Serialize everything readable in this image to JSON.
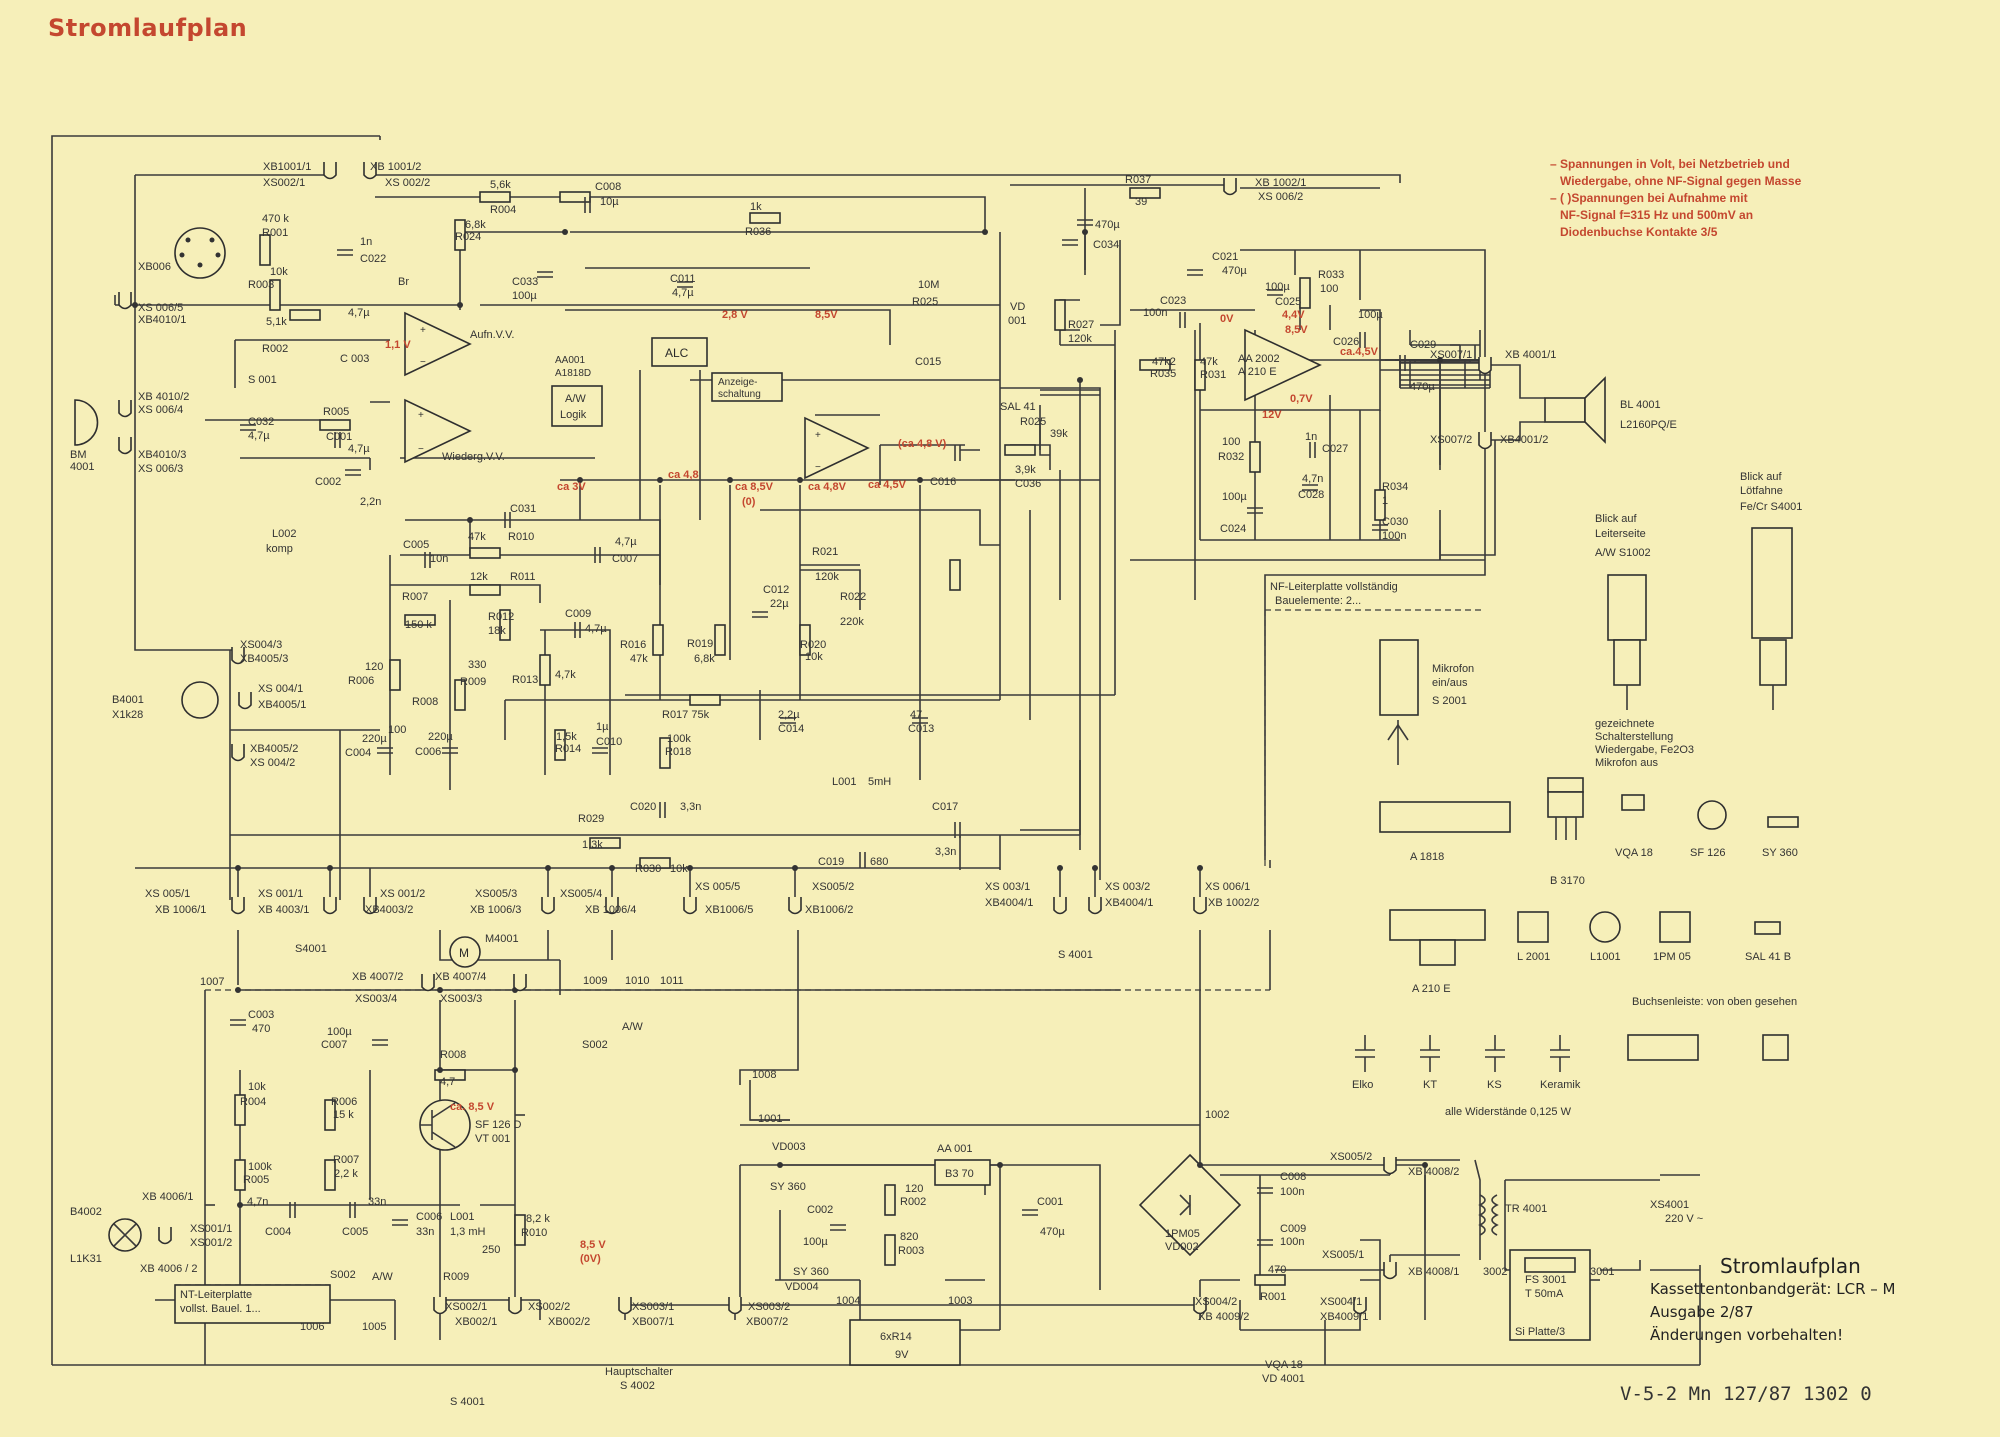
{
  "title": "Stromlaufplan",
  "notes": [
    "– Spannungen in Volt, bei Netzbetrieb und",
    "Wiedergabe, ohne NF-Signal gegen Masse",
    "– ( )Spannungen bei Aufnahme mit",
    "NF-Signal f=315 Hz und 500mV an",
    "Diodenbuchse Kontakte 3/5"
  ],
  "footer": {
    "line1": "Stromlaufplan",
    "line2": "Kassettentonbandgerät: LCR – M",
    "line3": "Ausgabe 2/87",
    "line4": "Änderungen vorbehalten!"
  },
  "doc_number": "V-5-2 Mn 127/87 1302 0",
  "blocks": {
    "aufn": "Aufn.V.V.",
    "wiederg": "Wiederg.V.V.",
    "alc": "ALC",
    "anzeige1": "Anzeige-",
    "anzeige2": "schaltung",
    "aa001": "AA001",
    "a1818": "A1818D",
    "aw": "A/W",
    "logik": "Logik",
    "aa2002": "AA 2002",
    "a210": "A 210 E",
    "aa001b": "AA 001",
    "b370": "B3 70",
    "pm05": "1PM05",
    "vd002": "VD002",
    "tr4001": "TR 4001",
    "fs3001": "FS 3001",
    "t50": "T 50mA",
    "siplatte": "Si Platte/3",
    "bl4001": "BL 4001",
    "l2160": "L2160PQ/E",
    "bm4001a": "BM",
    "bm4001b": "4001",
    "b4001": "B4001",
    "x1k28": "X1k28",
    "b4002": "B4002",
    "l1k31": "L1K31",
    "m4001": "M4001",
    "vt001a": "SF 126 D",
    "vt001b": "VT 001",
    "hauptschalter1": "Hauptschalter",
    "hauptschalter2": "S 4002",
    "nf_leiter1": "NF-Leiterplatte vollständig",
    "nf_leiter2": "Bauelemente: 2...",
    "nt_leiter1": "NT-Leiterplatte",
    "nt_leiter2": "vollst. Bauel. 1...",
    "mikrofon1": "Mikrofon",
    "mikrofon2": "ein/aus",
    "mikrofon3": "S 2001",
    "blick_leiter1": "Blick auf",
    "blick_leiter2": "Leiterseite",
    "blick_leiter3": "A/W S1002",
    "blick_loet1": "Blick auf",
    "blick_loet2": "Lötfahne",
    "blick_loet3": "Fe/Cr S4001",
    "gez1": "gezeichnete",
    "gez2": "Schalterstellung",
    "gez3": "Wiedergabe, Fe2O3",
    "gez4": "Mikrofon aus",
    "a1818_pkg": "A 1818",
    "b3170": "B 3170",
    "vqa18": "VQA 18",
    "sf126": "SF 126",
    "sy360": "SY 360",
    "a210e_pkg": "A 210 E",
    "l2001": "L 2001",
    "l1001": "L1001",
    "pm05b": "1PM 05",
    "sal41b": "SAL 41 B",
    "buchsen": "Buchsenleiste: von oben gesehen",
    "elko": "Elko",
    "kt": "KT",
    "ks": "KS",
    "keramik": "Keramik",
    "widerst": "alle Widerstände 0,125 W",
    "xs4001": "XS4001",
    "v220": "220 V ~",
    "batt": "6xR14",
    "batt_v": "9V"
  },
  "components": [
    {
      "id": "r004a",
      "t": "5,6k"
    },
    {
      "id": "r004b",
      "t": "R004"
    },
    {
      "id": "r024",
      "t": "R024"
    },
    {
      "id": "r024v",
      "t": "6,8k"
    },
    {
      "id": "c008",
      "t": "C008"
    },
    {
      "id": "c008v",
      "t": "10µ"
    },
    {
      "id": "r036v",
      "t": "1k"
    },
    {
      "id": "r036",
      "t": "R036"
    },
    {
      "id": "r037",
      "t": "R037"
    },
    {
      "id": "r037v",
      "t": "39"
    },
    {
      "id": "c034v",
      "t": "470µ"
    },
    {
      "id": "c034",
      "t": "C034"
    },
    {
      "id": "r001v",
      "t": "470 k"
    },
    {
      "id": "r001",
      "t": "R001"
    },
    {
      "id": "r003v",
      "t": "10k"
    },
    {
      "id": "r003",
      "t": "R003"
    },
    {
      "id": "c022v",
      "t": "1n"
    },
    {
      "id": "c022",
      "t": "C022"
    },
    {
      "id": "br",
      "t": "Br"
    },
    {
      "id": "c033",
      "t": "C033"
    },
    {
      "id": "c033v",
      "t": "100µ"
    },
    {
      "id": "c011",
      "t": "C011"
    },
    {
      "id": "c011v",
      "t": "4,7µ"
    },
    {
      "id": "r025v",
      "t": "10M"
    },
    {
      "id": "r025",
      "t": "R025"
    },
    {
      "id": "c015",
      "t": "C015"
    },
    {
      "id": "vd001",
      "t": "VD"
    },
    {
      "id": "vd001b",
      "t": "001"
    },
    {
      "id": "r027",
      "t": "R027"
    },
    {
      "id": "r027v",
      "t": "120k"
    },
    {
      "id": "sal41",
      "t": "SAL 41"
    },
    {
      "id": "r025b",
      "t": "R025"
    },
    {
      "id": "r025bv",
      "t": "39k"
    },
    {
      "id": "r002v",
      "t": "5,1k"
    },
    {
      "id": "r002",
      "t": "R002"
    },
    {
      "id": "c003v",
      "t": "4,7µ"
    },
    {
      "id": "c003",
      "t": "C 003"
    },
    {
      "id": "s001",
      "t": "S 001"
    },
    {
      "id": "c032",
      "t": "C032"
    },
    {
      "id": "c032v",
      "t": "4,7µ"
    },
    {
      "id": "r005",
      "t": "R005"
    },
    {
      "id": "c001",
      "t": "C001"
    },
    {
      "id": "c001v",
      "t": "4,7µ"
    },
    {
      "id": "c002",
      "t": "C002"
    },
    {
      "id": "c002v",
      "t": "2,2n"
    },
    {
      "id": "l002",
      "t": "L002"
    },
    {
      "id": "l002b",
      "t": "komp"
    },
    {
      "id": "c031",
      "t": "C031"
    },
    {
      "id": "r010v",
      "t": "47k"
    },
    {
      "id": "r010",
      "t": "R010"
    },
    {
      "id": "c005",
      "t": "C005"
    },
    {
      "id": "c005v",
      "t": "10n"
    },
    {
      "id": "c007v",
      "t": "4,7µ"
    },
    {
      "id": "c007",
      "t": "C007"
    },
    {
      "id": "r011v",
      "t": "12k"
    },
    {
      "id": "r011",
      "t": "R011"
    },
    {
      "id": "r007",
      "t": "R007"
    },
    {
      "id": "r007v",
      "t": "150 k"
    },
    {
      "id": "r012",
      "t": "R012"
    },
    {
      "id": "r012v",
      "t": "18k"
    },
    {
      "id": "c009",
      "t": "C009"
    },
    {
      "id": "c009v",
      "t": "4,7µ"
    },
    {
      "id": "r006v",
      "t": "120"
    },
    {
      "id": "r006",
      "t": "R006"
    },
    {
      "id": "r009v",
      "t": "330"
    },
    {
      "id": "r009",
      "t": "R009"
    },
    {
      "id": "r013",
      "t": "R013"
    },
    {
      "id": "r013v",
      "t": "4,7k"
    },
    {
      "id": "r016v",
      "t": "R016"
    },
    {
      "id": "r016",
      "t": "47k"
    },
    {
      "id": "r019",
      "t": "R019"
    },
    {
      "id": "r019v",
      "t": "6,8k"
    },
    {
      "id": "c012",
      "t": "C012"
    },
    {
      "id": "c012v",
      "t": "22µ"
    },
    {
      "id": "r021",
      "t": "R021"
    },
    {
      "id": "r021v",
      "t": "120k"
    },
    {
      "id": "r022",
      "t": "R022"
    },
    {
      "id": "r022v",
      "t": "220k"
    },
    {
      "id": "r020",
      "t": "R020"
    },
    {
      "id": "r020v",
      "t": "10k"
    },
    {
      "id": "r008",
      "t": "R008"
    },
    {
      "id": "r008v",
      "t": "100"
    },
    {
      "id": "c004v",
      "t": "220µ"
    },
    {
      "id": "c004",
      "t": "C004"
    },
    {
      "id": "c006v",
      "t": "220µ"
    },
    {
      "id": "c006",
      "t": "C006"
    },
    {
      "id": "r014v",
      "t": "1,5k"
    },
    {
      "id": "r014",
      "t": "R014"
    },
    {
      "id": "c010v",
      "t": "1µ"
    },
    {
      "id": "c010",
      "t": "C010"
    },
    {
      "id": "r017",
      "t": "R017 75k"
    },
    {
      "id": "r018v",
      "t": "100k"
    },
    {
      "id": "r018",
      "t": "R018"
    },
    {
      "id": "c014v",
      "t": "2,2µ"
    },
    {
      "id": "c014",
      "t": "C014"
    },
    {
      "id": "c013v",
      "t": "47"
    },
    {
      "id": "c013",
      "t": "C013"
    },
    {
      "id": "r029",
      "t": "R029"
    },
    {
      "id": "r029v",
      "t": "1,3k"
    },
    {
      "id": "c020",
      "t": "C020"
    },
    {
      "id": "c020v",
      "t": "3,3n"
    },
    {
      "id": "r030",
      "t": "R030"
    },
    {
      "id": "r030v",
      "t": "10k"
    },
    {
      "id": "l001",
      "t": "L001"
    },
    {
      "id": "l001v",
      "t": "5mH"
    },
    {
      "id": "c019",
      "t": "C019"
    },
    {
      "id": "c019v",
      "t": "680"
    },
    {
      "id": "c017",
      "t": "C017"
    },
    {
      "id": "c017v",
      "t": "3,3n"
    },
    {
      "id": "r028v",
      "t": "3,9k"
    },
    {
      "id": "c036",
      "t": "C036"
    },
    {
      "id": "c016",
      "t": "C016"
    },
    {
      "id": "c021",
      "t": "C021"
    },
    {
      "id": "c021v",
      "t": "470µ"
    },
    {
      "id": "c023",
      "t": "C023"
    },
    {
      "id": "c023v",
      "t": "100n"
    },
    {
      "id": "r035v",
      "t": "47k2"
    },
    {
      "id": "r035",
      "t": "R035"
    },
    {
      "id": "r031v",
      "t": "47k"
    },
    {
      "id": "r031",
      "t": "R031"
    },
    {
      "id": "c025",
      "t": "C025"
    },
    {
      "id": "c025v",
      "t": "100µ"
    },
    {
      "id": "r033",
      "t": "R033"
    },
    {
      "id": "r033v",
      "t": "100"
    },
    {
      "id": "c026v",
      "t": "100µ"
    },
    {
      "id": "c026",
      "t": "C026"
    },
    {
      "id": "c029",
      "t": "C029"
    },
    {
      "id": "c029v",
      "t": "470µ"
    },
    {
      "id": "r032v",
      "t": "100"
    },
    {
      "id": "r032",
      "t": "R032"
    },
    {
      "id": "c027v",
      "t": "1n"
    },
    {
      "id": "c027",
      "t": "C027"
    },
    {
      "id": "c028v",
      "t": "4,7n"
    },
    {
      "id": "c028",
      "t": "C028"
    },
    {
      "id": "c024v",
      "t": "100µ"
    },
    {
      "id": "c024",
      "t": "C024"
    },
    {
      "id": "r034",
      "t": "R034"
    },
    {
      "id": "r034v",
      "t": "1"
    },
    {
      "id": "c030",
      "t": "C030"
    },
    {
      "id": "c030v",
      "t": "100n"
    },
    {
      "id": "c003b",
      "t": "C003"
    },
    {
      "id": "c003bv",
      "t": "470"
    },
    {
      "id": "r004c",
      "t": "10k"
    },
    {
      "id": "r004d",
      "t": "R004"
    },
    {
      "id": "r005bv",
      "t": "100k"
    },
    {
      "id": "r005b",
      "t": "R005"
    },
    {
      "id": "c004b",
      "t": "4,7n"
    },
    {
      "id": "c004bl",
      "t": "C004"
    },
    {
      "id": "c007b",
      "t": "100µ"
    },
    {
      "id": "c007bl",
      "t": "C007"
    },
    {
      "id": "r008b",
      "t": "R008"
    },
    {
      "id": "r008bv",
      "t": "4,7"
    },
    {
      "id": "r006b",
      "t": "R006"
    },
    {
      "id": "r006bv",
      "t": "15 k"
    },
    {
      "id": "r007b",
      "t": "R007"
    },
    {
      "id": "r007bv",
      "t": "2,2 k"
    },
    {
      "id": "c005b",
      "t": "33n"
    },
    {
      "id": "c005bl",
      "t": "C005"
    },
    {
      "id": "c006b",
      "t": "C006"
    },
    {
      "id": "c006bv",
      "t": "33n"
    },
    {
      "id": "l001b",
      "t": "L001"
    },
    {
      "id": "l001bv",
      "t": "1,3 mH"
    },
    {
      "id": "r009bv",
      "t": "250"
    },
    {
      "id": "r009b",
      "t": "R009"
    },
    {
      "id": "r010bv",
      "t": "8,2 k"
    },
    {
      "id": "r010b",
      "t": "R010"
    },
    {
      "id": "vd003",
      "t": "VD003"
    },
    {
      "id": "sy360a",
      "t": "SY 360"
    },
    {
      "id": "c002b",
      "t": "C002"
    },
    {
      "id": "c002bv",
      "t": "100µ"
    },
    {
      "id": "sy360b",
      "t": "SY 360"
    },
    {
      "id": "vd004",
      "t": "VD004"
    },
    {
      "id": "r002bv",
      "t": "120"
    },
    {
      "id": "r002b",
      "t": "R002"
    },
    {
      "id": "r003bv",
      "t": "820"
    },
    {
      "id": "r003b",
      "t": "R003"
    },
    {
      "id": "c001b",
      "t": "C001"
    },
    {
      "id": "c001bv",
      "t": "470µ"
    },
    {
      "id": "c008b",
      "t": "C008"
    },
    {
      "id": "c008bv",
      "t": "100n"
    },
    {
      "id": "c009b",
      "t": "C009"
    },
    {
      "id": "c009bv",
      "t": "100n"
    },
    {
      "id": "r001bv",
      "t": "470"
    },
    {
      "id": "r001b",
      "t": "R001"
    },
    {
      "id": "vqa18b",
      "t": "VQA 18"
    },
    {
      "id": "vd4001",
      "t": "VD 4001"
    }
  ],
  "connectors": [
    {
      "id": "xb1001_1",
      "t": "XB1001/1"
    },
    {
      "id": "xs002_1",
      "t": "XS002/1"
    },
    {
      "id": "xb1001_2",
      "t": "XB 1001/2"
    },
    {
      "id": "xs002_2",
      "t": "XS 002/2"
    },
    {
      "id": "xb1002_1",
      "t": "XB 1002/1"
    },
    {
      "id": "xs006_2",
      "t": "XS 006/2"
    },
    {
      "id": "xb006",
      "t": "XB006"
    },
    {
      "id": "xs006_5",
      "t": "XS 006/5"
    },
    {
      "id": "xb4010_1",
      "t": "XB4010/1"
    },
    {
      "id": "xb4010_2",
      "t": "XB 4010/2"
    },
    {
      "id": "xs006_4",
      "t": "XS 006/4"
    },
    {
      "id": "xb4010_3",
      "t": "XB4010/3"
    },
    {
      "id": "xs006_3",
      "t": "XS 006/3"
    },
    {
      "id": "xs004_3",
      "t": "XS004/3"
    },
    {
      "id": "xb4005_3",
      "t": "XB4005/3"
    },
    {
      "id": "xs004_1",
      "t": "XS 004/1"
    },
    {
      "id": "xb4005_1",
      "t": "XB4005/1"
    },
    {
      "id": "xb4005_2",
      "t": "XB4005/2"
    },
    {
      "id": "xs004_2",
      "t": "XS 004/2"
    },
    {
      "id": "xs007_1",
      "t": "XS007/1"
    },
    {
      "id": "xb4001_1",
      "t": "XB 4001/1"
    },
    {
      "id": "xs007_2",
      "t": "XS007/2"
    },
    {
      "id": "xb4001_2",
      "t": "XB4001/2"
    },
    {
      "id": "xs005_1",
      "t": "XS 005/1"
    },
    {
      "id": "xb1006_1",
      "t": "XB 1006/1"
    },
    {
      "id": "xs001_1",
      "t": "XS 001/1"
    },
    {
      "id": "xb4003_1",
      "t": "XB 4003/1"
    },
    {
      "id": "xs001_2",
      "t": "XS 001/2"
    },
    {
      "id": "xb4003_2",
      "t": "XB4003/2"
    },
    {
      "id": "xs005_3",
      "t": "XS005/3"
    },
    {
      "id": "xb1006_3",
      "t": "XB 1006/3"
    },
    {
      "id": "xs005_4",
      "t": "XS005/4"
    },
    {
      "id": "xb1006_4",
      "t": "XB 1006/4"
    },
    {
      "id": "xs005_5",
      "t": "XS 005/5"
    },
    {
      "id": "xb1006_5",
      "t": "XB1006/5"
    },
    {
      "id": "xs005_2",
      "t": "XS005/2"
    },
    {
      "id": "xb1006_2",
      "t": "XB1006/2"
    },
    {
      "id": "xs003_1",
      "t": "XS 003/1"
    },
    {
      "id": "xb4004_1",
      "t": "XB4004/1"
    },
    {
      "id": "xs003_2",
      "t": "XS 003/2"
    },
    {
      "id": "xb4004_1b",
      "t": "XB4004/1"
    },
    {
      "id": "xs006_1",
      "t": "XS 006/1"
    },
    {
      "id": "xb1002_2",
      "t": "XB 1002/2"
    },
    {
      "id": "s4001a",
      "t": "S4001"
    },
    {
      "id": "s4001b",
      "t": "S 4001"
    },
    {
      "id": "s4001c",
      "t": "S 4001"
    },
    {
      "id": "xb4007_2",
      "t": "XB 4007/2"
    },
    {
      "id": "xs003_4",
      "t": "XS003/4"
    },
    {
      "id": "xb4007_4",
      "t": "XB 4007/4"
    },
    {
      "id": "xs003_3",
      "t": "XS003/3"
    },
    {
      "id": "aw_s002a",
      "t": "A/W"
    },
    {
      "id": "aw_s002b",
      "t": "S002"
    },
    {
      "id": "xb4006_1",
      "t": "XB 4006/1"
    },
    {
      "id": "xs001_1b",
      "t": "XS001/1"
    },
    {
      "id": "xs001_2b",
      "t": "XS001/2"
    },
    {
      "id": "xb4006_2",
      "t": "XB 4006 / 2"
    },
    {
      "id": "s002b",
      "t": "S002"
    },
    {
      "id": "awb",
      "t": "A/W"
    },
    {
      "id": "xs002_1b",
      "t": "XS002/1"
    },
    {
      "id": "xb002_1",
      "t": "XB002/1"
    },
    {
      "id": "xs002_2b",
      "t": "XS002/2"
    },
    {
      "id": "xb002_2",
      "t": "XB002/2"
    },
    {
      "id": "xs003_1b",
      "t": "XS003/1"
    },
    {
      "id": "xb007_1",
      "t": "XB007/1"
    },
    {
      "id": "xs003_2b",
      "t": "XS003/2"
    },
    {
      "id": "xb007_2",
      "t": "XB007/2"
    },
    {
      "id": "xs004_2b",
      "t": "XS004/2"
    },
    {
      "id": "xb4009_2",
      "t": "XB 4009/2"
    },
    {
      "id": "xs004_1b",
      "t": "XS004/1"
    },
    {
      "id": "xb4009_1",
      "t": "XB4009/1"
    },
    {
      "id": "xs005_2b",
      "t": "XS005/2"
    },
    {
      "id": "xb4008_2",
      "t": "XB 4008/2"
    },
    {
      "id": "xs005_1b",
      "t": "XS005/1"
    },
    {
      "id": "xb4008_1",
      "t": "XB 4008/1"
    }
  ],
  "nodes": [
    {
      "id": "n1007",
      "t": "1007"
    },
    {
      "id": "n1008",
      "t": "1008"
    },
    {
      "id": "n1001",
      "t": "1001"
    },
    {
      "id": "n1002",
      "t": "1002"
    },
    {
      "id": "n1006",
      "t": "1006"
    },
    {
      "id": "n1005",
      "t": "1005"
    },
    {
      "id": "n1004",
      "t": "1004"
    },
    {
      "id": "n1003",
      "t": "1003"
    },
    {
      "id": "n1009",
      "t": "1009"
    },
    {
      "id": "n1010",
      "t": "1010"
    },
    {
      "id": "n1011",
      "t": "1011"
    },
    {
      "id": "n3002",
      "t": "3002"
    },
    {
      "id": "n3001",
      "t": "3001"
    }
  ],
  "voltages": [
    {
      "id": "v1",
      "t": "1,1 V"
    },
    {
      "id": "v2",
      "t": "2,8 V"
    },
    {
      "id": "v3",
      "t": "8,5V"
    },
    {
      "id": "v4",
      "t": "ca 3V"
    },
    {
      "id": "v5",
      "t": "ca 4,8"
    },
    {
      "id": "v6",
      "t": "ca 8,5V"
    },
    {
      "id": "v6b",
      "t": "(0)"
    },
    {
      "id": "v7",
      "t": "ca 4,8V"
    },
    {
      "id": "v8",
      "t": "ca 4,5V"
    },
    {
      "id": "v9",
      "t": "(ca 4,8 V)"
    },
    {
      "id": "v10",
      "t": "0V"
    },
    {
      "id": "v11",
      "t": "4,4V"
    },
    {
      "id": "v12",
      "t": "8,5V"
    },
    {
      "id": "v13",
      "t": "ca.4,5V"
    },
    {
      "id": "v14",
      "t": "12V"
    },
    {
      "id": "v15",
      "t": "0,7V"
    },
    {
      "id": "v16",
      "t": "ca. 8,5 V"
    },
    {
      "id": "v17",
      "t": "8,5 V"
    },
    {
      "id": "v17b",
      "t": "(0V)"
    }
  ]
}
